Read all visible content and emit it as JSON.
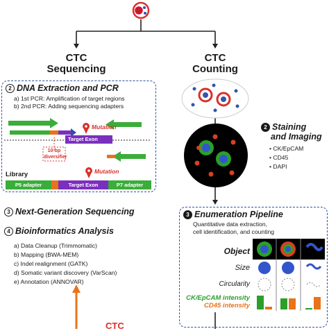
{
  "left_header": {
    "line1": "CTC",
    "line2": "Sequencing"
  },
  "right_header": {
    "line1": "CTC",
    "line2": "Counting"
  },
  "step2_left": {
    "number": "2",
    "title": "DNA Extraction and PCR",
    "line_a": "a) 1st PCR: Amplification of target regions",
    "line_b": "b) 2nd PCR: Adding sequencing adapters",
    "mutation_top": "Mutation",
    "target_exon_top": "Target Exon",
    "diversifier": "10-bp\ndiversifier",
    "library_label": "Library",
    "mutation_bottom": "Mutation",
    "p5": "P5 adapter",
    "target_exon_bottom": "Target Exon",
    "p7": "P7 adapter"
  },
  "step3": {
    "number": "3",
    "title": "Next-Generation Sequencing"
  },
  "step4": {
    "number": "4",
    "title": "Bioinformatics Analysis",
    "items": [
      "a) Data Cleanup (Trimmomatic)",
      "b) Mapping (BWA-MEM)",
      "c) Indel realignment (GATK)",
      "d) Somatic variant discovery (VarScan)",
      "e) Annotation (ANNOVAR)"
    ]
  },
  "step2_right": {
    "number": "2",
    "title_line1": "Staining",
    "title_line2": "and Imaging",
    "markers": [
      "• CK/EpCAM",
      "• CD45",
      "• DAPI"
    ]
  },
  "step3_right": {
    "number": "3",
    "title": "Enumeration Pipeline",
    "desc_line1": "Quantitative data extraction,",
    "desc_line2": "cell identification, and counting",
    "object_label": "Object",
    "size_label": "Size",
    "circularity_label": "Circularity",
    "ck_label": "CK/EpCAM intensity",
    "cd45_label": "CD45 intensity"
  },
  "bottom_label": "CTC",
  "colors": {
    "green": "#3aad3a",
    "purple": "#7b2fbe",
    "orange": "#e8731a",
    "red": "#d9302a",
    "blue_dash": "#2f4fa8"
  }
}
